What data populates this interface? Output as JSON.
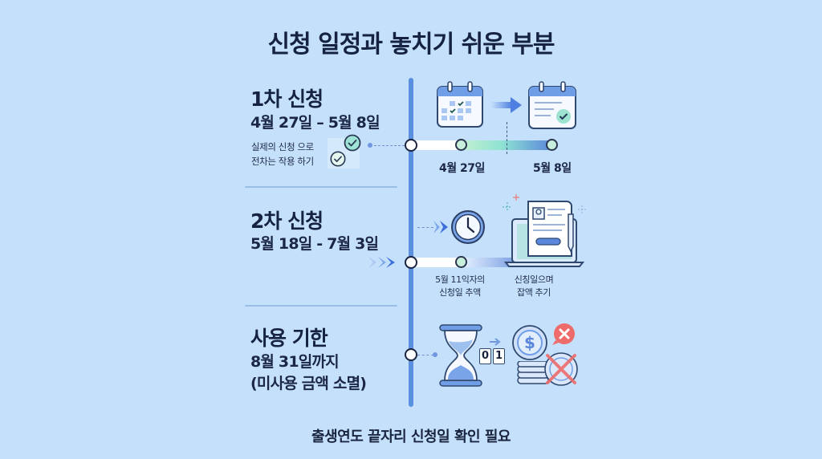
{
  "title": "신청 일정과 놓치기 쉬운 부분",
  "footer_note": "출생연도 끝자리 신청일 확인 필요",
  "colors": {
    "background": "#c4e0fb",
    "timeline": "#5b8fe0",
    "text_dark": "#162340",
    "accent_green": "#8fe0c8",
    "alert_red": "#ee6b6b"
  },
  "sections": [
    {
      "title": "1차 신청",
      "period": "4월 27일 – 5월 8일",
      "note_lines": [
        "실제의 신청 으로",
        "전차는 작용 하기"
      ],
      "icons": [
        "calendar-grid-icon",
        "arrow-right-icon",
        "calendar-check-icon",
        "check-circle-icon"
      ],
      "track_labels": [
        "4월 27일",
        "5월 8일"
      ]
    },
    {
      "title": "2차 신청",
      "period": "5월 18일 - 7월 3일",
      "icons": [
        "double-chevron-icon",
        "clock-icon",
        "laptop-document-icon",
        "pen-icon"
      ],
      "track_labels": [
        "5월 11익자의\n신청일 추액",
        "신칭일으며\n잡액 추기"
      ]
    },
    {
      "title": "사용 기한",
      "period": "8월 31일까지",
      "note": "(미사용 금액 소멸)",
      "icons": [
        "hourglass-icon",
        "counter-icon",
        "coin-icon",
        "coin-stack-icon",
        "cancel-x-icon"
      ],
      "counter_digits": [
        "0",
        "1"
      ]
    }
  ]
}
